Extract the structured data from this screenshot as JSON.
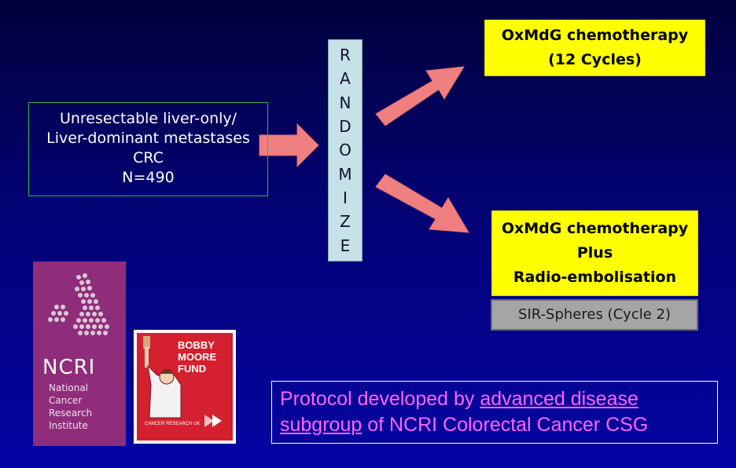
{
  "patients": {
    "lines": [
      "Unresectable liver-only/",
      "Liver-dominant metastases",
      "CRC",
      "N=490"
    ]
  },
  "randomize": {
    "letters": [
      "R",
      "A",
      "N",
      "D",
      "O",
      "M",
      "I",
      "Z",
      "E"
    ]
  },
  "arm1": {
    "lines": [
      "OxMdG chemotherapy",
      "(12 Cycles)"
    ]
  },
  "arm2": {
    "lines": [
      "OxMdG chemotherapy",
      "Plus",
      "Radio-embolisation"
    ]
  },
  "sir_label": "SIR-Spheres (Cycle 2)",
  "protocol": {
    "prefix": "Protocol developed by ",
    "link1": "advanced disease",
    "link2": "subgroup",
    "suffix": " of NCRI Colorectal Cancer CSG"
  },
  "ncri_logo": {
    "name": "NCRI",
    "sub_lines": [
      "National",
      "Cancer",
      "Research",
      "Institute"
    ]
  },
  "bobby_logo": {
    "title_lines": [
      "BOBBY",
      "MOORE",
      "FUND"
    ],
    "sub": "CANCER RESEARCH UK"
  },
  "colors": {
    "arrow": "#f08080",
    "arm_fill": "#ffff00",
    "protocol_text": "#ff66ff",
    "ncri_purple": "#8f2d7a",
    "bobby_red": "#d4202f"
  }
}
